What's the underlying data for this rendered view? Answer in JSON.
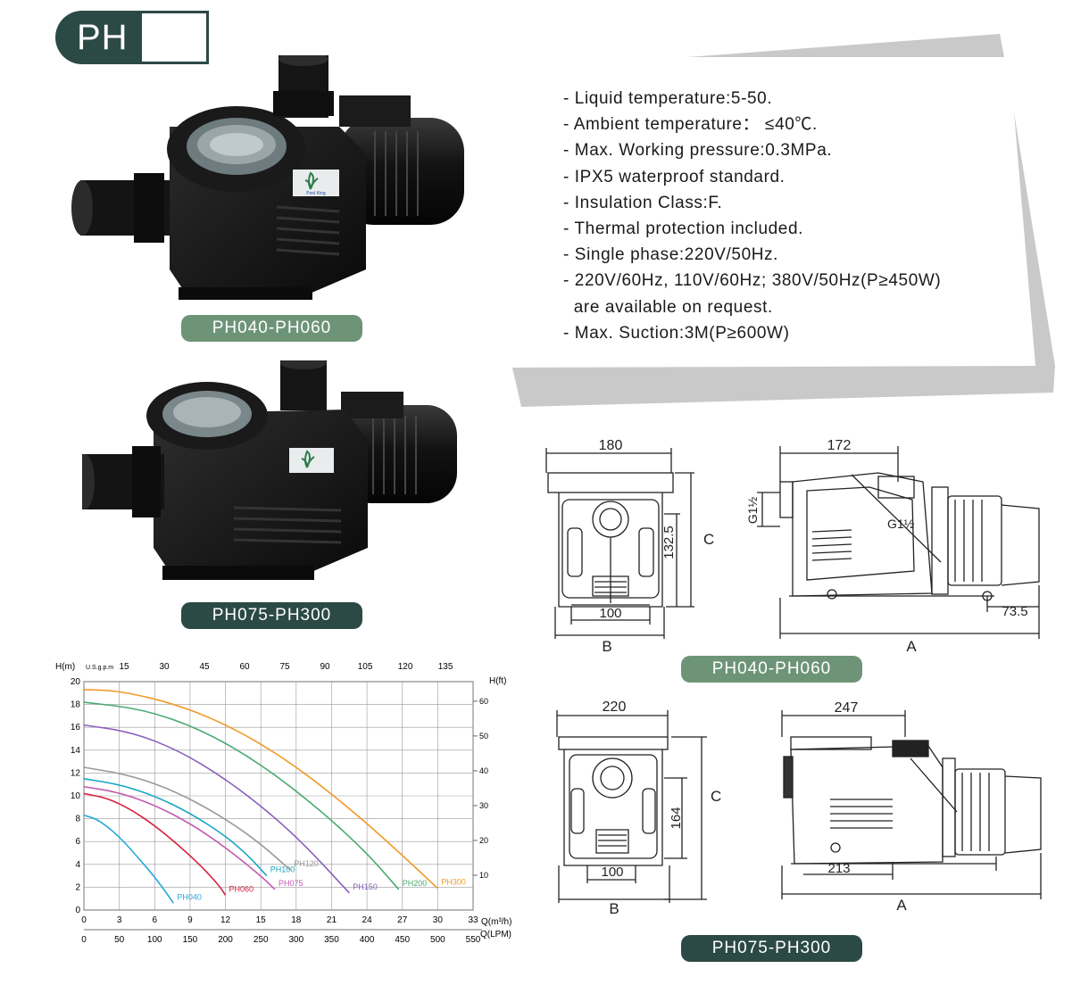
{
  "header": {
    "series_label": "PH"
  },
  "models": {
    "small": "PH040-PH060",
    "large": "PH075-PH300"
  },
  "pump_badge": "Pool King",
  "specs": [
    "- Liquid temperature:5-50.",
    "- Ambient temperature： ≤40℃.",
    "- Max. Working pressure:0.3MPa.",
    "- IPX5 waterproof standard.",
    "- Insulation Class:F.",
    "- Thermal protection included.",
    "- Single phase:220V/50Hz.",
    "- 220V/60Hz, 110V/60Hz; 380V/50Hz(P≥450W)",
    "  are available on request.",
    "- Max. Suction:3M(P≥600W)"
  ],
  "dimensions": {
    "small_front": {
      "width": "180",
      "height": "132.5",
      "base": "100",
      "b": "B",
      "c": "C"
    },
    "small_side": {
      "length": "172",
      "inlet": "G1½",
      "outlet": "G1½",
      "foot": "73.5",
      "a": "A"
    },
    "large_front": {
      "width": "220",
      "height": "164",
      "base": "100",
      "b": "B",
      "c": "C"
    },
    "large_side": {
      "length": "247",
      "foot": "213",
      "a": "A"
    }
  },
  "colors": {
    "dark_teal": "#2c4a45",
    "sage_green": "#6e9478",
    "panel_grey": "#c9c9c9"
  },
  "chart_data": {
    "type": "line",
    "ylabel_left": "H(m)",
    "ylabel_right": "H(ft)",
    "xlabel_top": "U.S.g.p.m",
    "xlabel_m3h": "Q(m³/h)",
    "xlabel_lpm": "Q(LPM)",
    "y_range": [
      0,
      20
    ],
    "y_ticks": [
      0,
      2,
      4,
      6,
      8,
      10,
      12,
      14,
      16,
      18,
      20
    ],
    "y_ft_ticks": [
      10,
      20,
      30,
      40,
      50,
      60
    ],
    "x_range_m3h": [
      0,
      33
    ],
    "x_ticks_m3h": [
      0,
      3,
      6,
      9,
      12,
      15,
      18,
      21,
      24,
      27,
      30,
      33
    ],
    "x_ticks_lpm": [
      0,
      50,
      100,
      150,
      200,
      250,
      300,
      350,
      400,
      450,
      500,
      550
    ],
    "x_ticks_gpm": [
      15,
      30,
      45,
      60,
      75,
      90,
      105,
      120,
      135
    ],
    "grid": true,
    "series": [
      {
        "name": "PH040",
        "color": "#28a8dc",
        "points": [
          [
            0,
            8.3
          ],
          [
            1,
            8.0
          ],
          [
            2,
            7.3
          ],
          [
            3,
            6.4
          ],
          [
            4,
            5.3
          ],
          [
            5,
            4.1
          ],
          [
            6,
            2.9
          ],
          [
            7,
            1.5
          ],
          [
            7.6,
            0.6
          ]
        ]
      },
      {
        "name": "PH060",
        "color": "#d81e3c",
        "points": [
          [
            0,
            10.2
          ],
          [
            2,
            9.8
          ],
          [
            4,
            8.8
          ],
          [
            6,
            7.4
          ],
          [
            8,
            5.7
          ],
          [
            10,
            3.8
          ],
          [
            11.5,
            2.1
          ],
          [
            12,
            1.3
          ]
        ]
      },
      {
        "name": "PH075",
        "color": "#c25bb0",
        "points": [
          [
            0,
            10.8
          ],
          [
            3,
            10.3
          ],
          [
            6,
            9.2
          ],
          [
            9,
            7.6
          ],
          [
            12,
            5.5
          ],
          [
            15,
            3.0
          ],
          [
            16.2,
            1.8
          ]
        ]
      },
      {
        "name": "PH100",
        "color": "#18a5c4",
        "points": [
          [
            0,
            11.5
          ],
          [
            3,
            11.0
          ],
          [
            6,
            10.0
          ],
          [
            9,
            8.5
          ],
          [
            12,
            6.5
          ],
          [
            14,
            4.7
          ],
          [
            15.5,
            3.0
          ]
        ]
      },
      {
        "name": "PH120",
        "color": "#9a9a9a",
        "points": [
          [
            0,
            12.5
          ],
          [
            4,
            11.8
          ],
          [
            8,
            10.3
          ],
          [
            12,
            8.0
          ],
          [
            15,
            5.8
          ],
          [
            17.5,
            3.5
          ]
        ]
      },
      {
        "name": "PH150",
        "color": "#8a5fbc",
        "points": [
          [
            0,
            16.2
          ],
          [
            4,
            15.6
          ],
          [
            8,
            14.0
          ],
          [
            12,
            11.5
          ],
          [
            16,
            8.3
          ],
          [
            19,
            5.4
          ],
          [
            22.5,
            1.5
          ]
        ]
      },
      {
        "name": "PH200",
        "color": "#4aaa70",
        "points": [
          [
            0,
            18.2
          ],
          [
            5,
            17.6
          ],
          [
            10,
            15.8
          ],
          [
            15,
            12.8
          ],
          [
            20,
            8.8
          ],
          [
            24,
            5.0
          ],
          [
            26.7,
            1.8
          ]
        ]
      },
      {
        "name": "PH300",
        "color": "#f09a28",
        "points": [
          [
            0,
            19.3
          ],
          [
            3,
            19.2
          ],
          [
            8,
            18.0
          ],
          [
            13,
            15.8
          ],
          [
            18,
            12.6
          ],
          [
            23,
            8.5
          ],
          [
            27,
            4.8
          ],
          [
            30,
            1.9
          ]
        ]
      }
    ],
    "label_positions_note": "curve labels drawn at the end of each curve"
  }
}
